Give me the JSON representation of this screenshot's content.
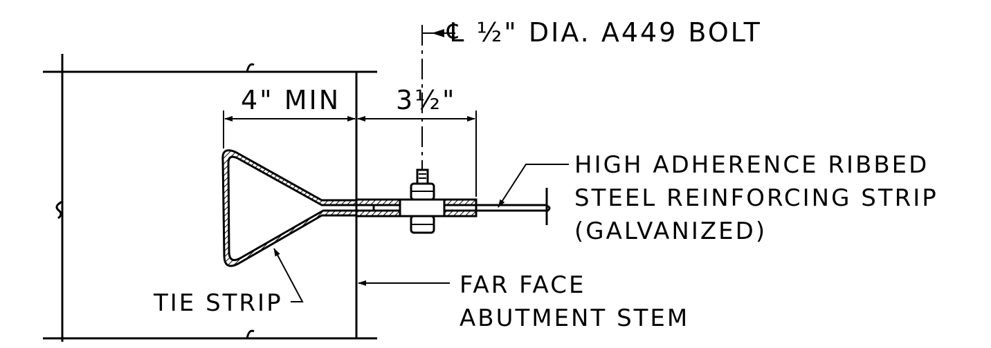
{
  "labels": {
    "bolt_centerline": "℄ ½\" DIA. A449 BOLT",
    "dim_left": "4\" MIN",
    "dim_right": "3½\"",
    "strip_line1": "HIGH ADHERENCE  RIBBED",
    "strip_line2": "STEEL REINFORCING STRIP",
    "strip_line3": "(GALVANIZED)",
    "tie_strip": "TIE STRIP",
    "far_face_line1": "FAR FACE",
    "far_face_line2": "ABUTMENT STEM"
  },
  "colors": {
    "line": "#000000",
    "background": "#ffffff"
  }
}
